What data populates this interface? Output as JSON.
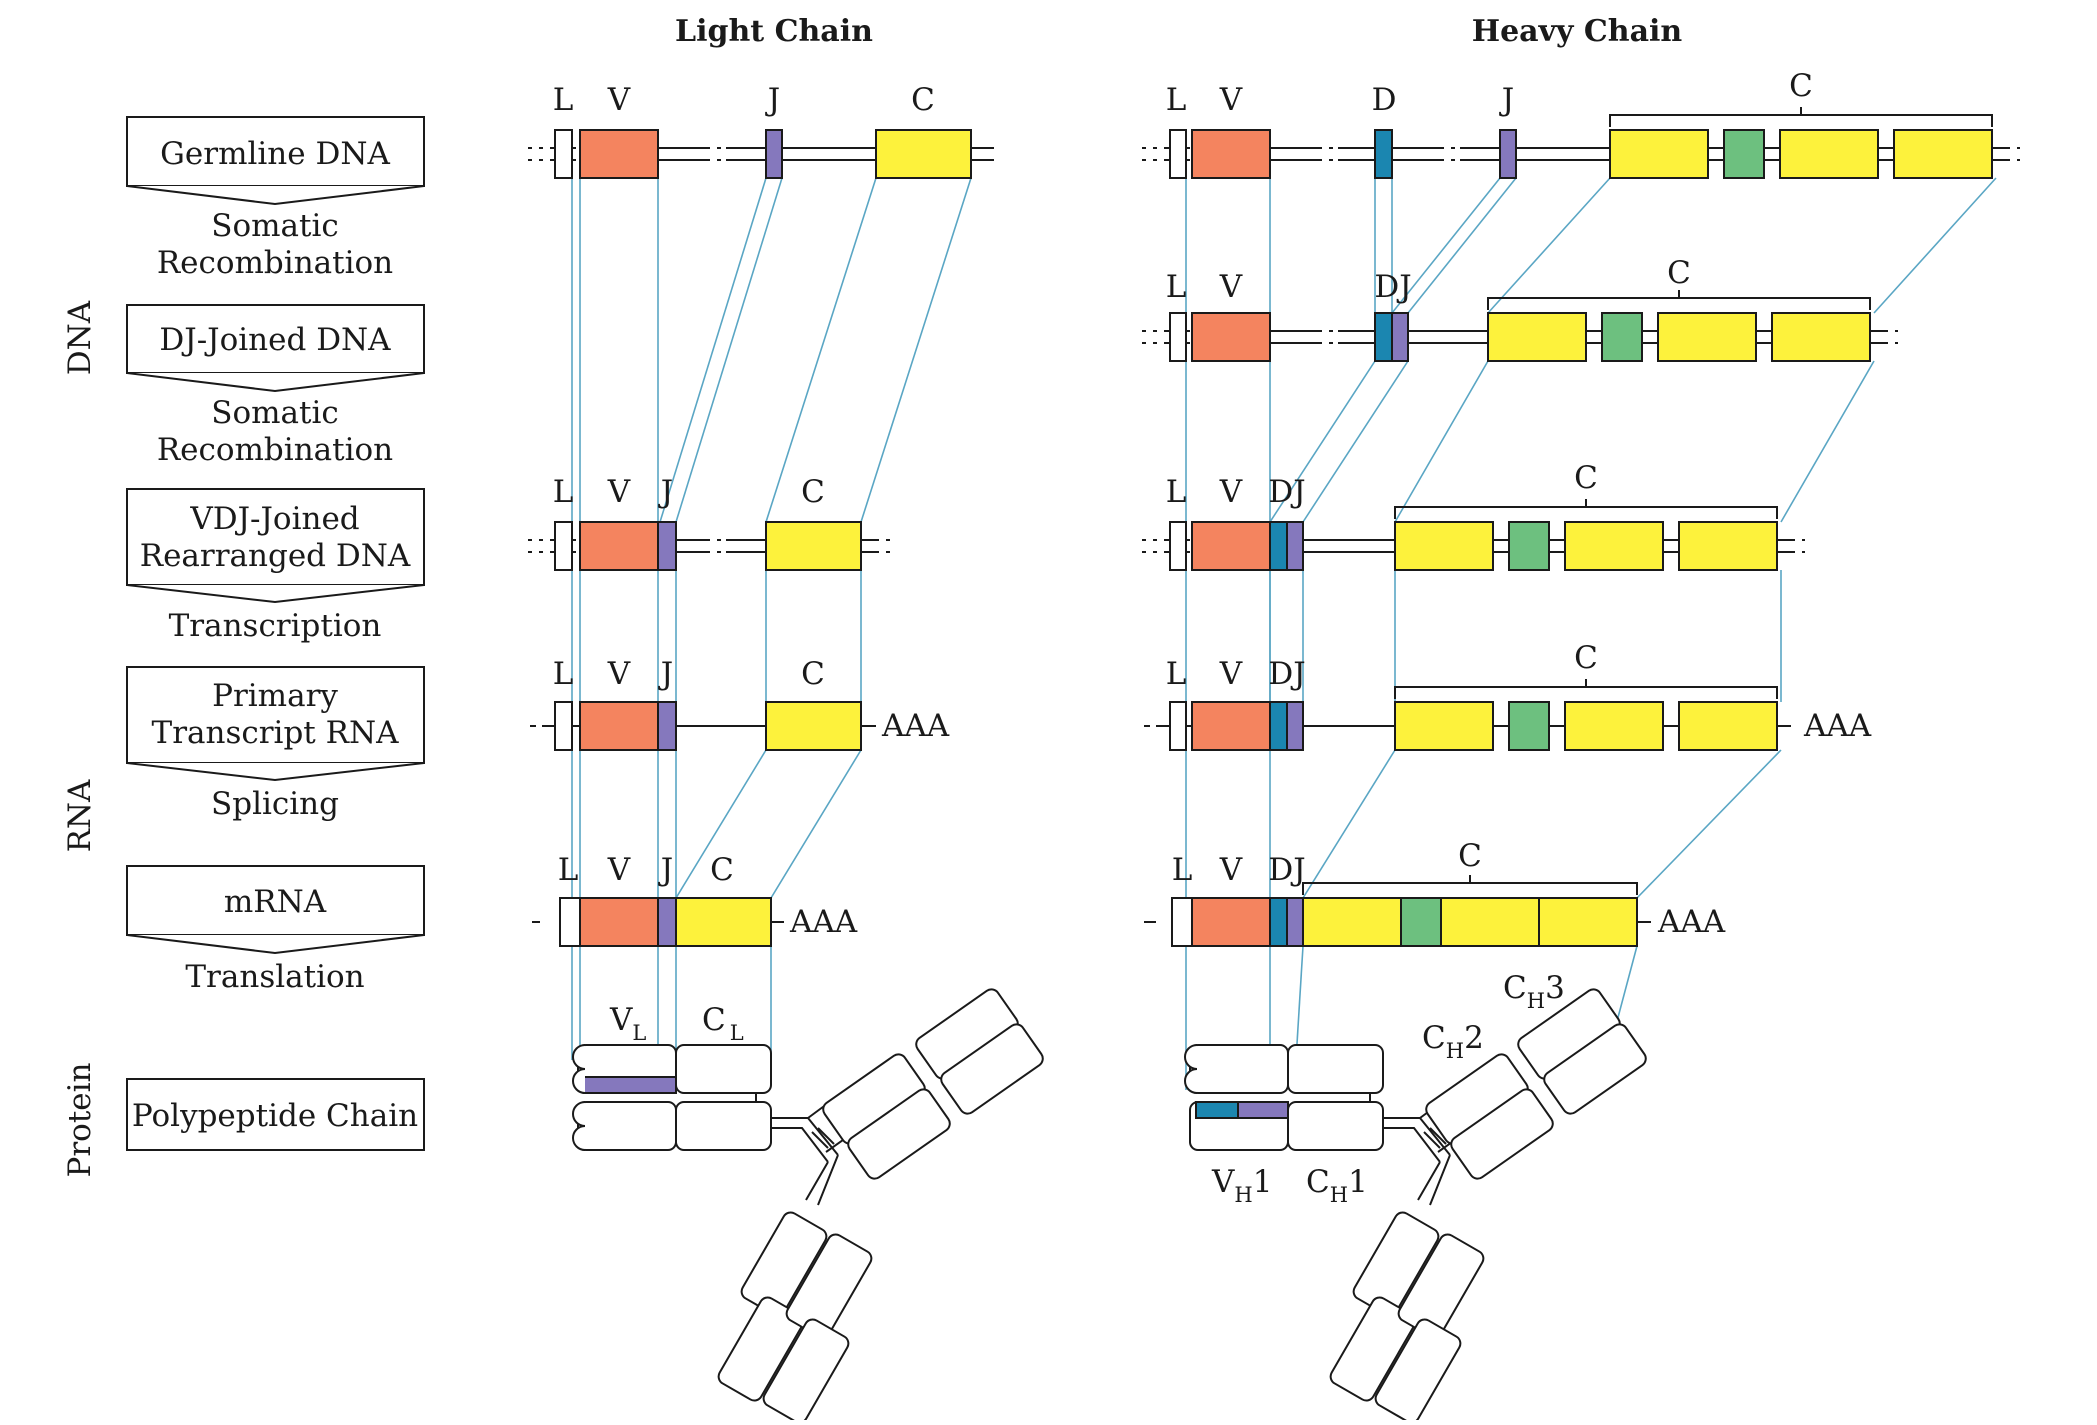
{
  "titles": {
    "light": "Light Chain",
    "heavy": "Heavy Chain"
  },
  "side_labels": {
    "dna": "DNA",
    "rna": "RNA",
    "protein": "Protein"
  },
  "steps": {
    "germline": "Germline DNA",
    "somatic_1": [
      "Somatic",
      "Recombination"
    ],
    "dj_joined": "DJ-Joined DNA",
    "somatic_2": [
      "Somatic",
      "Recombination"
    ],
    "vdj_joined": [
      "VDJ-Joined",
      "Rearranged DNA"
    ],
    "transcription": "Transcription",
    "primary": [
      "Primary",
      "Transcript RNA"
    ],
    "splicing": "Splicing",
    "mrna": "mRNA",
    "translation": "Translation",
    "polypeptide": "Polypeptide Chain"
  },
  "segments": {
    "L": "L",
    "V": "V",
    "D": "D",
    "J": "J",
    "DJ": "DJ",
    "C": "C",
    "polyA": "AAA"
  },
  "domains": {
    "vl": {
      "base": "V",
      "sub": "L",
      "tail": ""
    },
    "cl": {
      "base": "C",
      "sub": "L",
      "tail": ""
    },
    "vh1": {
      "base": "V",
      "sub": "H",
      "tail": "1"
    },
    "ch1": {
      "base": "C",
      "sub": "H",
      "tail": "1"
    },
    "ch2": {
      "base": "C",
      "sub": "H",
      "tail": "2"
    },
    "ch3": {
      "base": "C",
      "sub": "H",
      "tail": "3"
    }
  },
  "colors": {
    "V": "#f4845f",
    "J": "#8578bd",
    "D": "#1b86b0",
    "C": "#fdf23c",
    "C_hinge": "#6dc07f",
    "connector": "#5aa6c4"
  }
}
